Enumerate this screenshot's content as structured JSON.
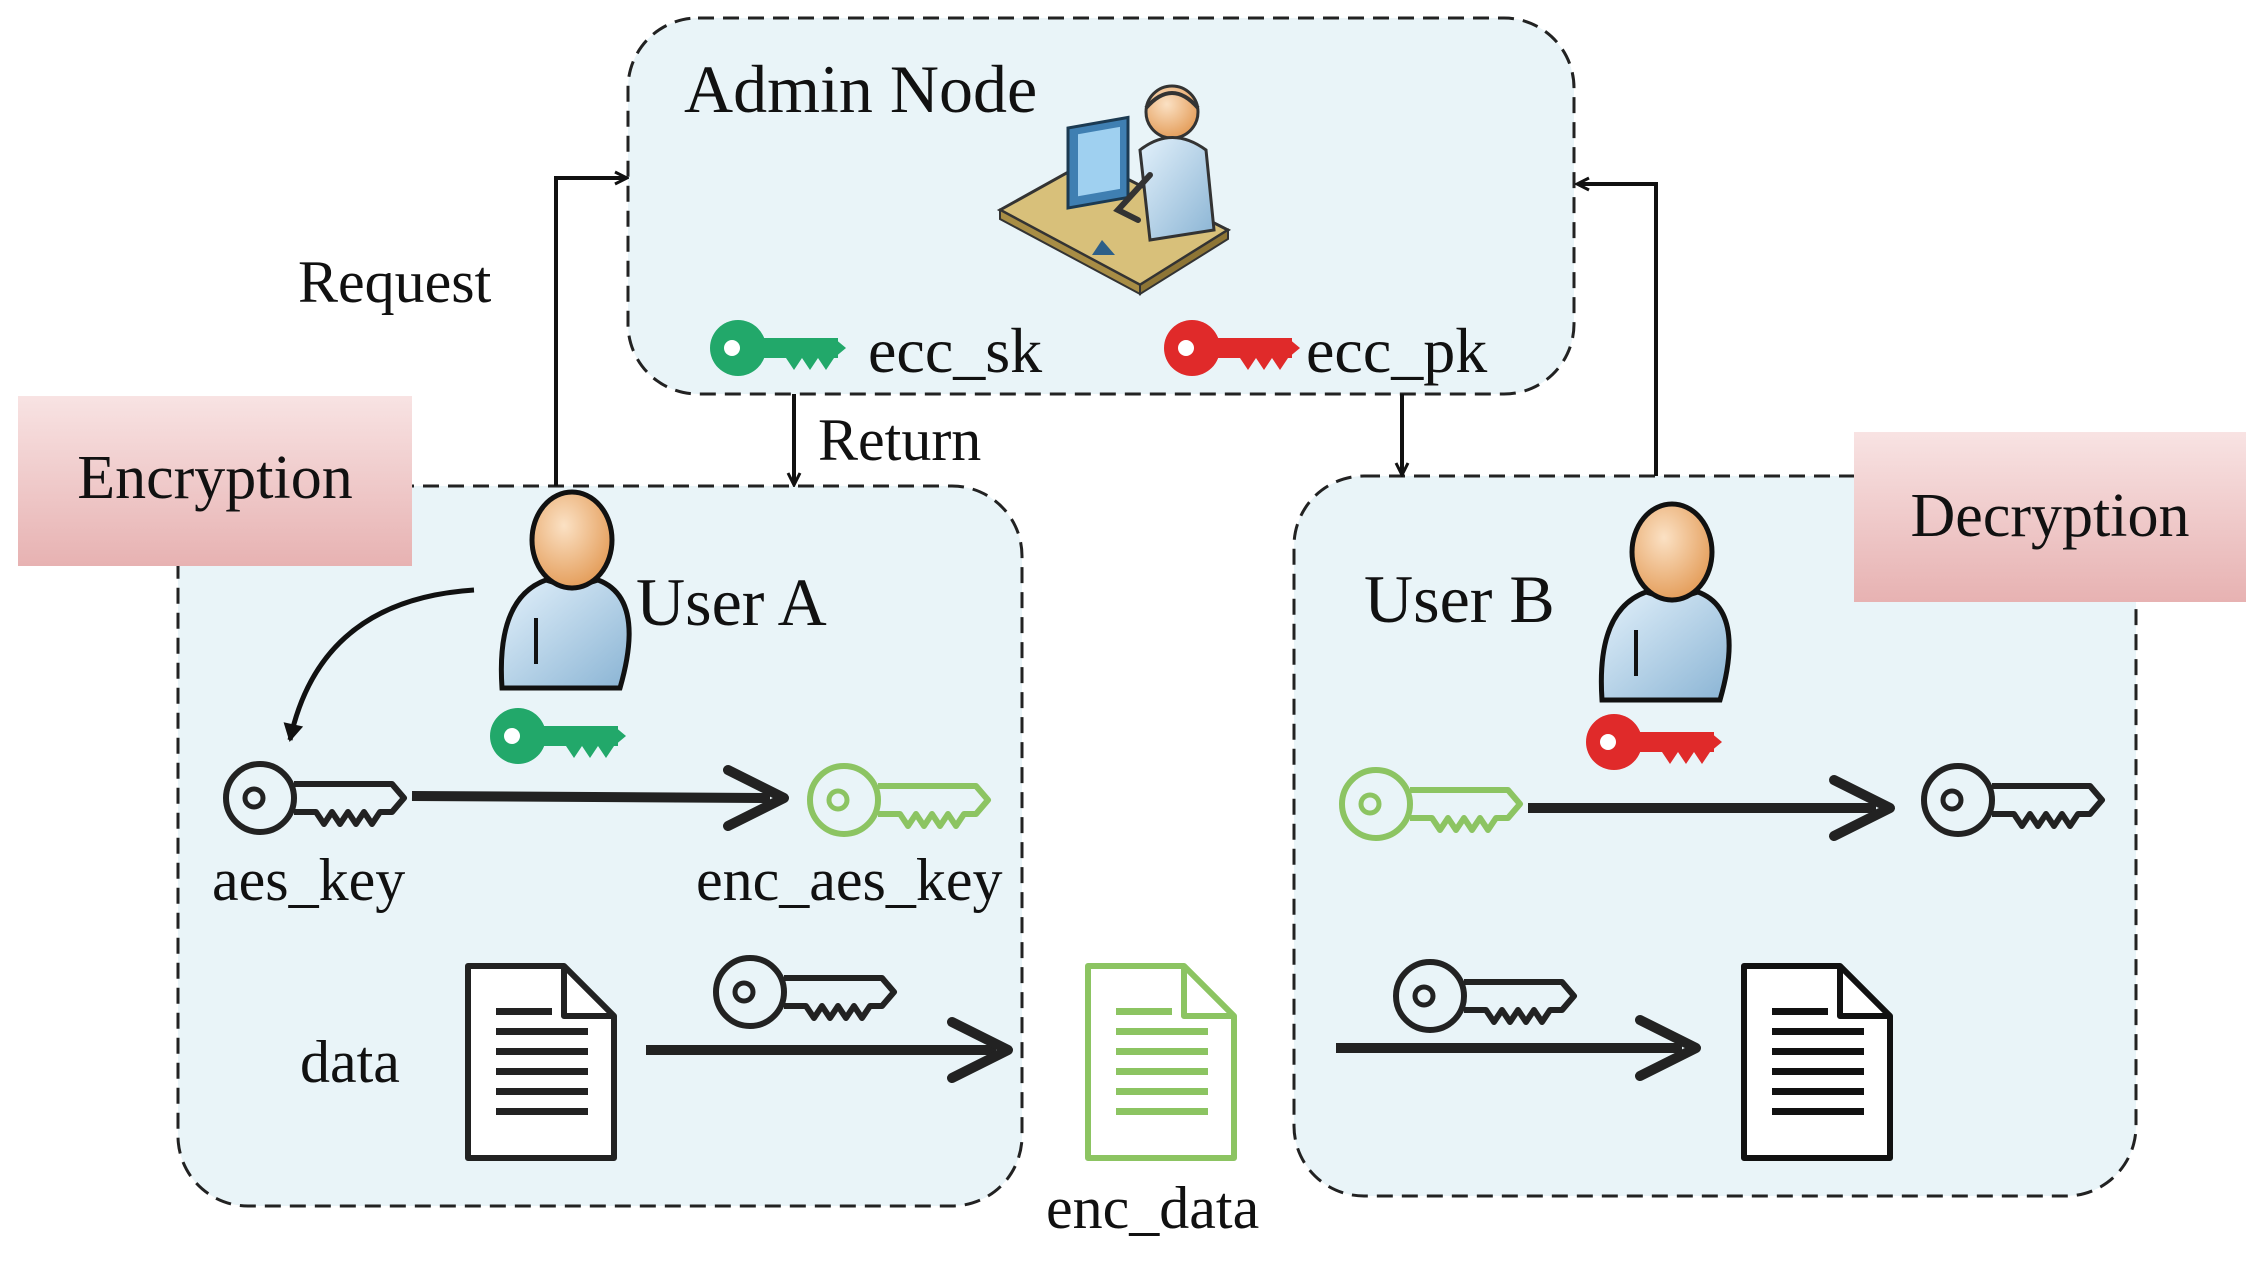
{
  "admin": {
    "title": "Admin Node",
    "sk_label": "ecc_sk",
    "pk_label": "ecc_pk"
  },
  "flows": {
    "request": "Request",
    "return": "Return"
  },
  "encryption": {
    "badge": "Encryption",
    "user": "User A",
    "aes_key": "aes_key",
    "enc_aes_key": "enc_aes_key",
    "data": "data"
  },
  "enc_data_label": "enc_data",
  "decryption": {
    "badge": "Decryption",
    "user": "User B"
  },
  "colors": {
    "panel_fill": "#e9f4f8",
    "badge_fill": "#efc8c8",
    "green_key": "#22a86a",
    "red_key": "#e02a2a",
    "light_green": "#8cc462",
    "ink": "#1f2a2a"
  }
}
